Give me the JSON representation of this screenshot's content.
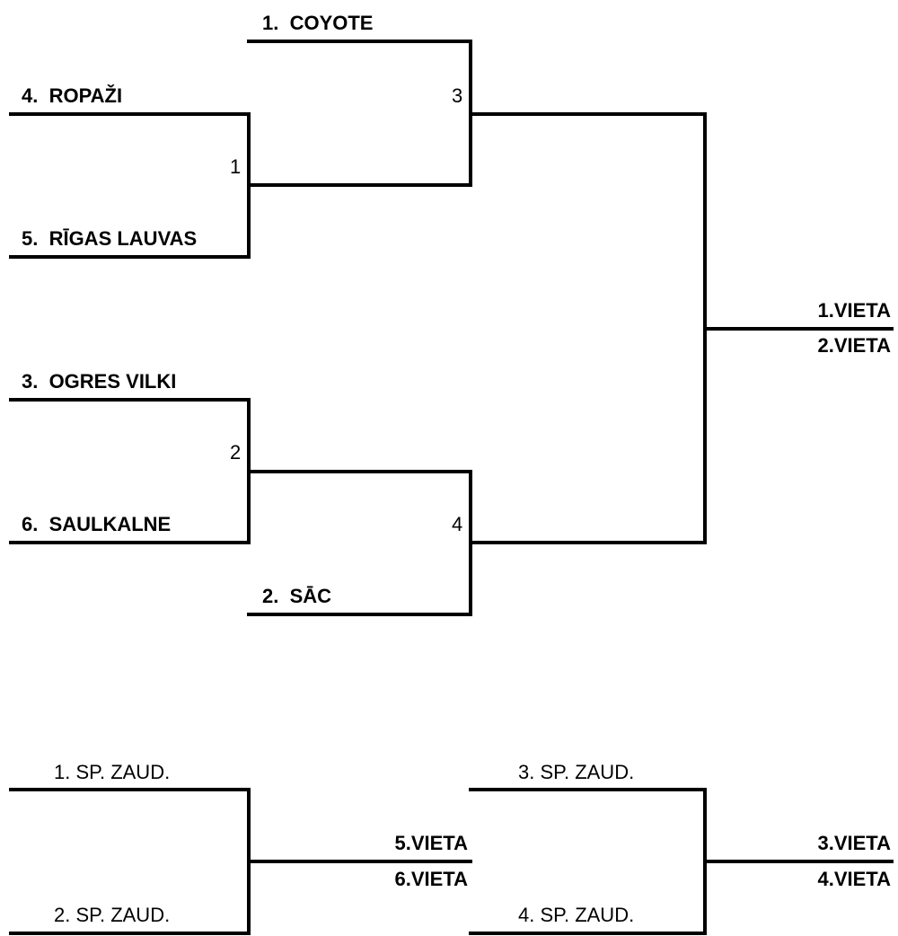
{
  "colors": {
    "line": "#000000",
    "text": "#000000",
    "background": "#ffffff"
  },
  "teams": {
    "t1": "1.  COYOTE",
    "t4": "4.  ROPAŽI",
    "t5": "5.  RĪGAS LAUVAS",
    "t3": "3.  OGRES VILKI",
    "t6": "6.  SAULKALNE",
    "t2": "2.  SĀC"
  },
  "games": {
    "g1": "1",
    "g2": "2",
    "g3": "3",
    "g4": "4"
  },
  "final": {
    "first": "1.VIETA",
    "second": "2.VIETA"
  },
  "consolation": {
    "left": {
      "top": "1. SP. ZAUD.",
      "bottom": "2. SP. ZAUD.",
      "win": "5.VIETA",
      "lose": "6.VIETA"
    },
    "right": {
      "top": "3. SP. ZAUD.",
      "bottom": "4. SP. ZAUD.",
      "win": "3.VIETA",
      "lose": "4.VIETA"
    }
  }
}
